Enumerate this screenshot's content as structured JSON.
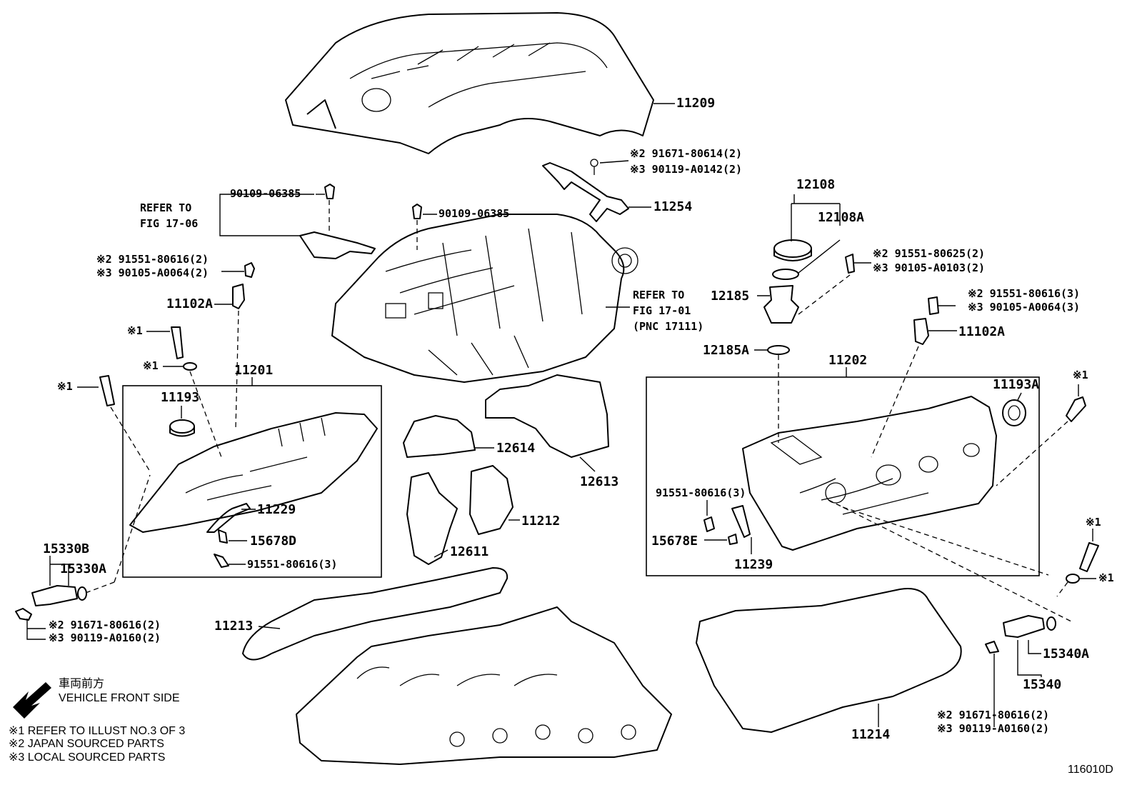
{
  "labels": {
    "p11209": "11209",
    "p11254": "11254",
    "p90109_a": "90109-06385",
    "p90109_b": "90109-06385",
    "bolt_top_2": "※2 91671-80614(2)",
    "bolt_top_3": "※3 90119-A0142(2)",
    "refer_1706_a": "REFER TO",
    "refer_1706_b": "FIG 17-06",
    "left_bolt_2": "※2 91551-80616(2)",
    "left_bolt_3": "※3 90105-A0064(2)",
    "p11102A_left": "11102A",
    "star1_a": "※1",
    "star1_b": "※1",
    "star1_c": "※1",
    "p11201": "11201",
    "p11193": "11193",
    "p11229": "11229",
    "p15678D": "15678D",
    "bolt_9155_3_left": "91551-80616(3)",
    "p15330B": "15330B",
    "p15330A": "15330A",
    "lower_left_2": "※2 91671-80616(2)",
    "lower_left_3": "※3 90119-A0160(2)",
    "p11213": "11213",
    "front_jp": "車両前方",
    "front_en": "VEHICLE FRONT SIDE",
    "legend_1": "※1  REFER TO ILLUST NO.3 OF 3",
    "legend_2": "※2 JAPAN SOURCED PARTS",
    "legend_3": "※3 LOCAL SOURCED PARTS",
    "p12614": "12614",
    "p12613": "12613",
    "p11212": "11212",
    "p12611": "12611",
    "refer_1701_a": "REFER TO",
    "refer_1701_b": "FIG 17-01",
    "refer_1701_c": "(PNC 17111)",
    "p12108": "12108",
    "p12108A": "12108A",
    "p12185": "12185",
    "p12185A": "12185A",
    "right_bolt_top_2": "※2 91551-80625(2)",
    "right_bolt_top_3": "※3 90105-A0103(2)",
    "right_bolt_mid_2": "※2 91551-80616(3)",
    "right_bolt_mid_3": "※3 90105-A0064(3)",
    "p11102A_right": "11102A",
    "p11202": "11202",
    "p11193A": "11193A",
    "star1_d": "※1",
    "star1_e": "※1",
    "star1_f": "※1",
    "bolt_9155_3_right": "91551-80616(3)",
    "p15678E": "15678E",
    "p11239": "11239",
    "p15340A": "15340A",
    "p15340": "15340",
    "lower_right_2": "※2 91671-80616(2)",
    "lower_right_3": "※3 90119-A0160(2)",
    "p11214": "11214",
    "fig_code": "116010D"
  }
}
